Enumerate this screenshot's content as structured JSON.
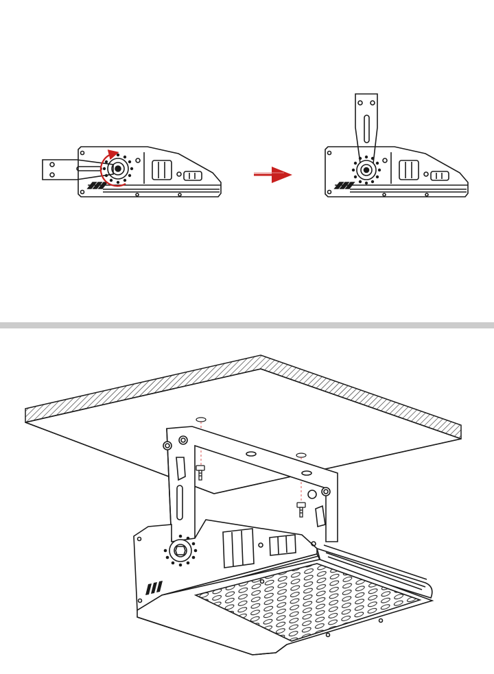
{
  "colors": {
    "line": "#1a1a1a",
    "accent": "#c8201e",
    "divider": "#cccccc",
    "background": "#ffffff",
    "guide": "#d94040"
  },
  "diagram": {
    "steps": [
      {
        "id": "step-1",
        "rotation": "bracket-horizontal"
      },
      {
        "id": "step-2",
        "rotation": "bracket-vertical"
      }
    ],
    "transition_icon": "arrow-right-icon",
    "rotate_icon": "rotate-arrow-icon",
    "mount_scene": "ceiling-mount-installation"
  }
}
